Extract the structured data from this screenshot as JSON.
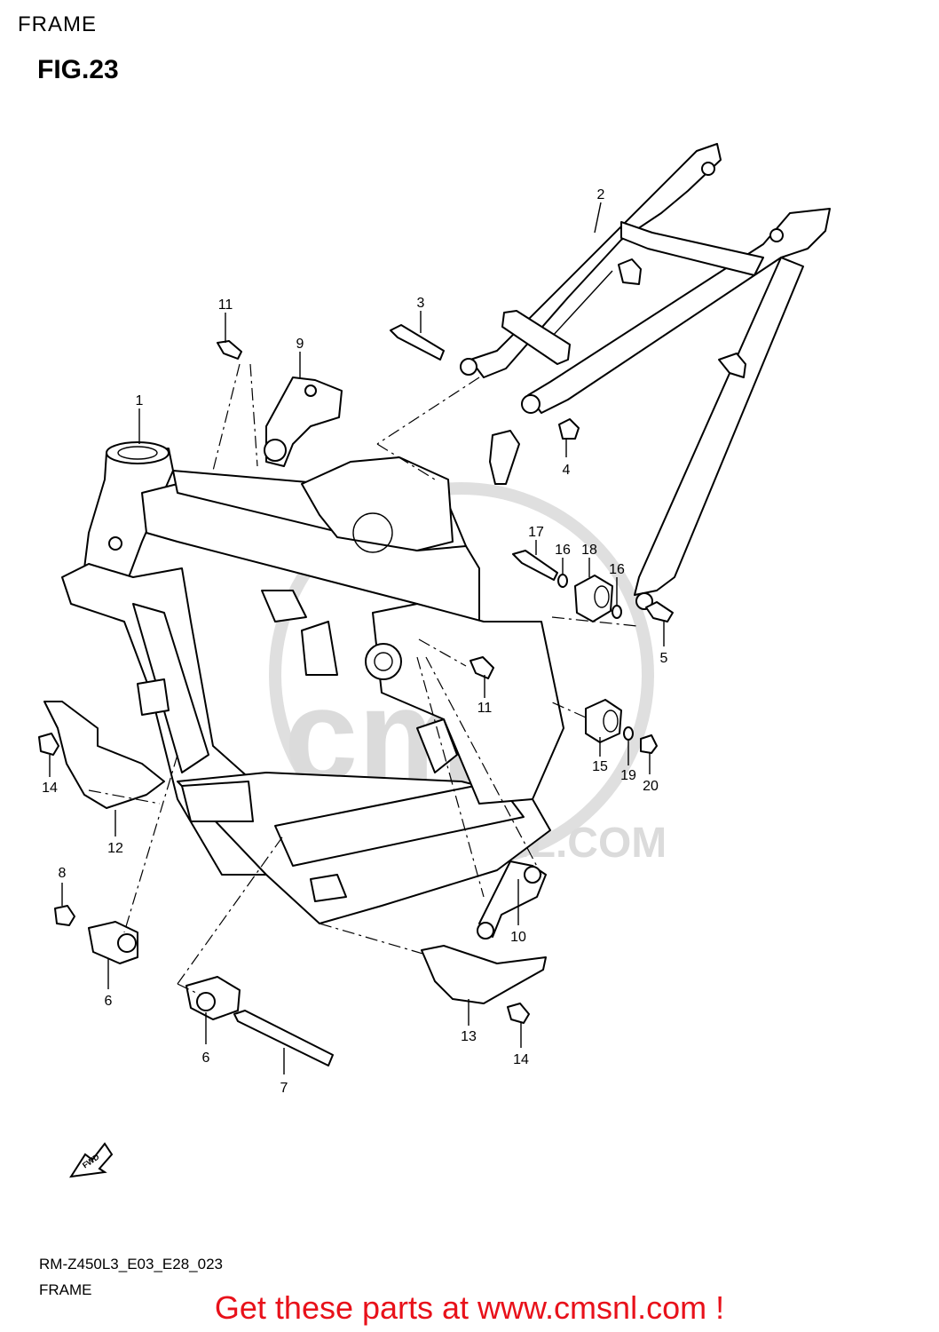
{
  "header": {
    "section": "FRAME",
    "figure": "FIG.23"
  },
  "footer": {
    "model_code": "RM-Z450L3_E03_E28_023",
    "section": "FRAME",
    "cta": "Get these parts at www.cmsnl.com !"
  },
  "watermark": {
    "text": "WWW.CMSNL.COM",
    "logo": "cms"
  },
  "orientation": {
    "arrow_label": "FWD",
    "icon": "forward-arrow-icon"
  },
  "callouts": [
    {
      "id": "c2",
      "label": "2"
    },
    {
      "id": "c3",
      "label": "3"
    },
    {
      "id": "c11a",
      "label": "11"
    },
    {
      "id": "c9",
      "label": "9"
    },
    {
      "id": "c1",
      "label": "1"
    },
    {
      "id": "c4",
      "label": "4"
    },
    {
      "id": "c17",
      "label": "17"
    },
    {
      "id": "c16a",
      "label": "16"
    },
    {
      "id": "c18",
      "label": "18"
    },
    {
      "id": "c16b",
      "label": "16"
    },
    {
      "id": "c5",
      "label": "5"
    },
    {
      "id": "c11b",
      "label": "11"
    },
    {
      "id": "c14a",
      "label": "14"
    },
    {
      "id": "c15",
      "label": "15"
    },
    {
      "id": "c19",
      "label": "19"
    },
    {
      "id": "c20",
      "label": "20"
    },
    {
      "id": "c12",
      "label": "12"
    },
    {
      "id": "c8",
      "label": "8"
    },
    {
      "id": "c10",
      "label": "10"
    },
    {
      "id": "c6a",
      "label": "6"
    },
    {
      "id": "c13",
      "label": "13"
    },
    {
      "id": "c6b",
      "label": "6"
    },
    {
      "id": "c14b",
      "label": "14"
    },
    {
      "id": "c7",
      "label": "7"
    }
  ]
}
